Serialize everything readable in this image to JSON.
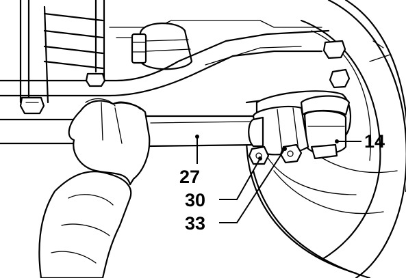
{
  "callouts": {
    "c14": "14",
    "c27": "27",
    "c30": "30",
    "c33": "33"
  },
  "colors": {
    "ink": "#000000",
    "paper": "#ffffff"
  }
}
